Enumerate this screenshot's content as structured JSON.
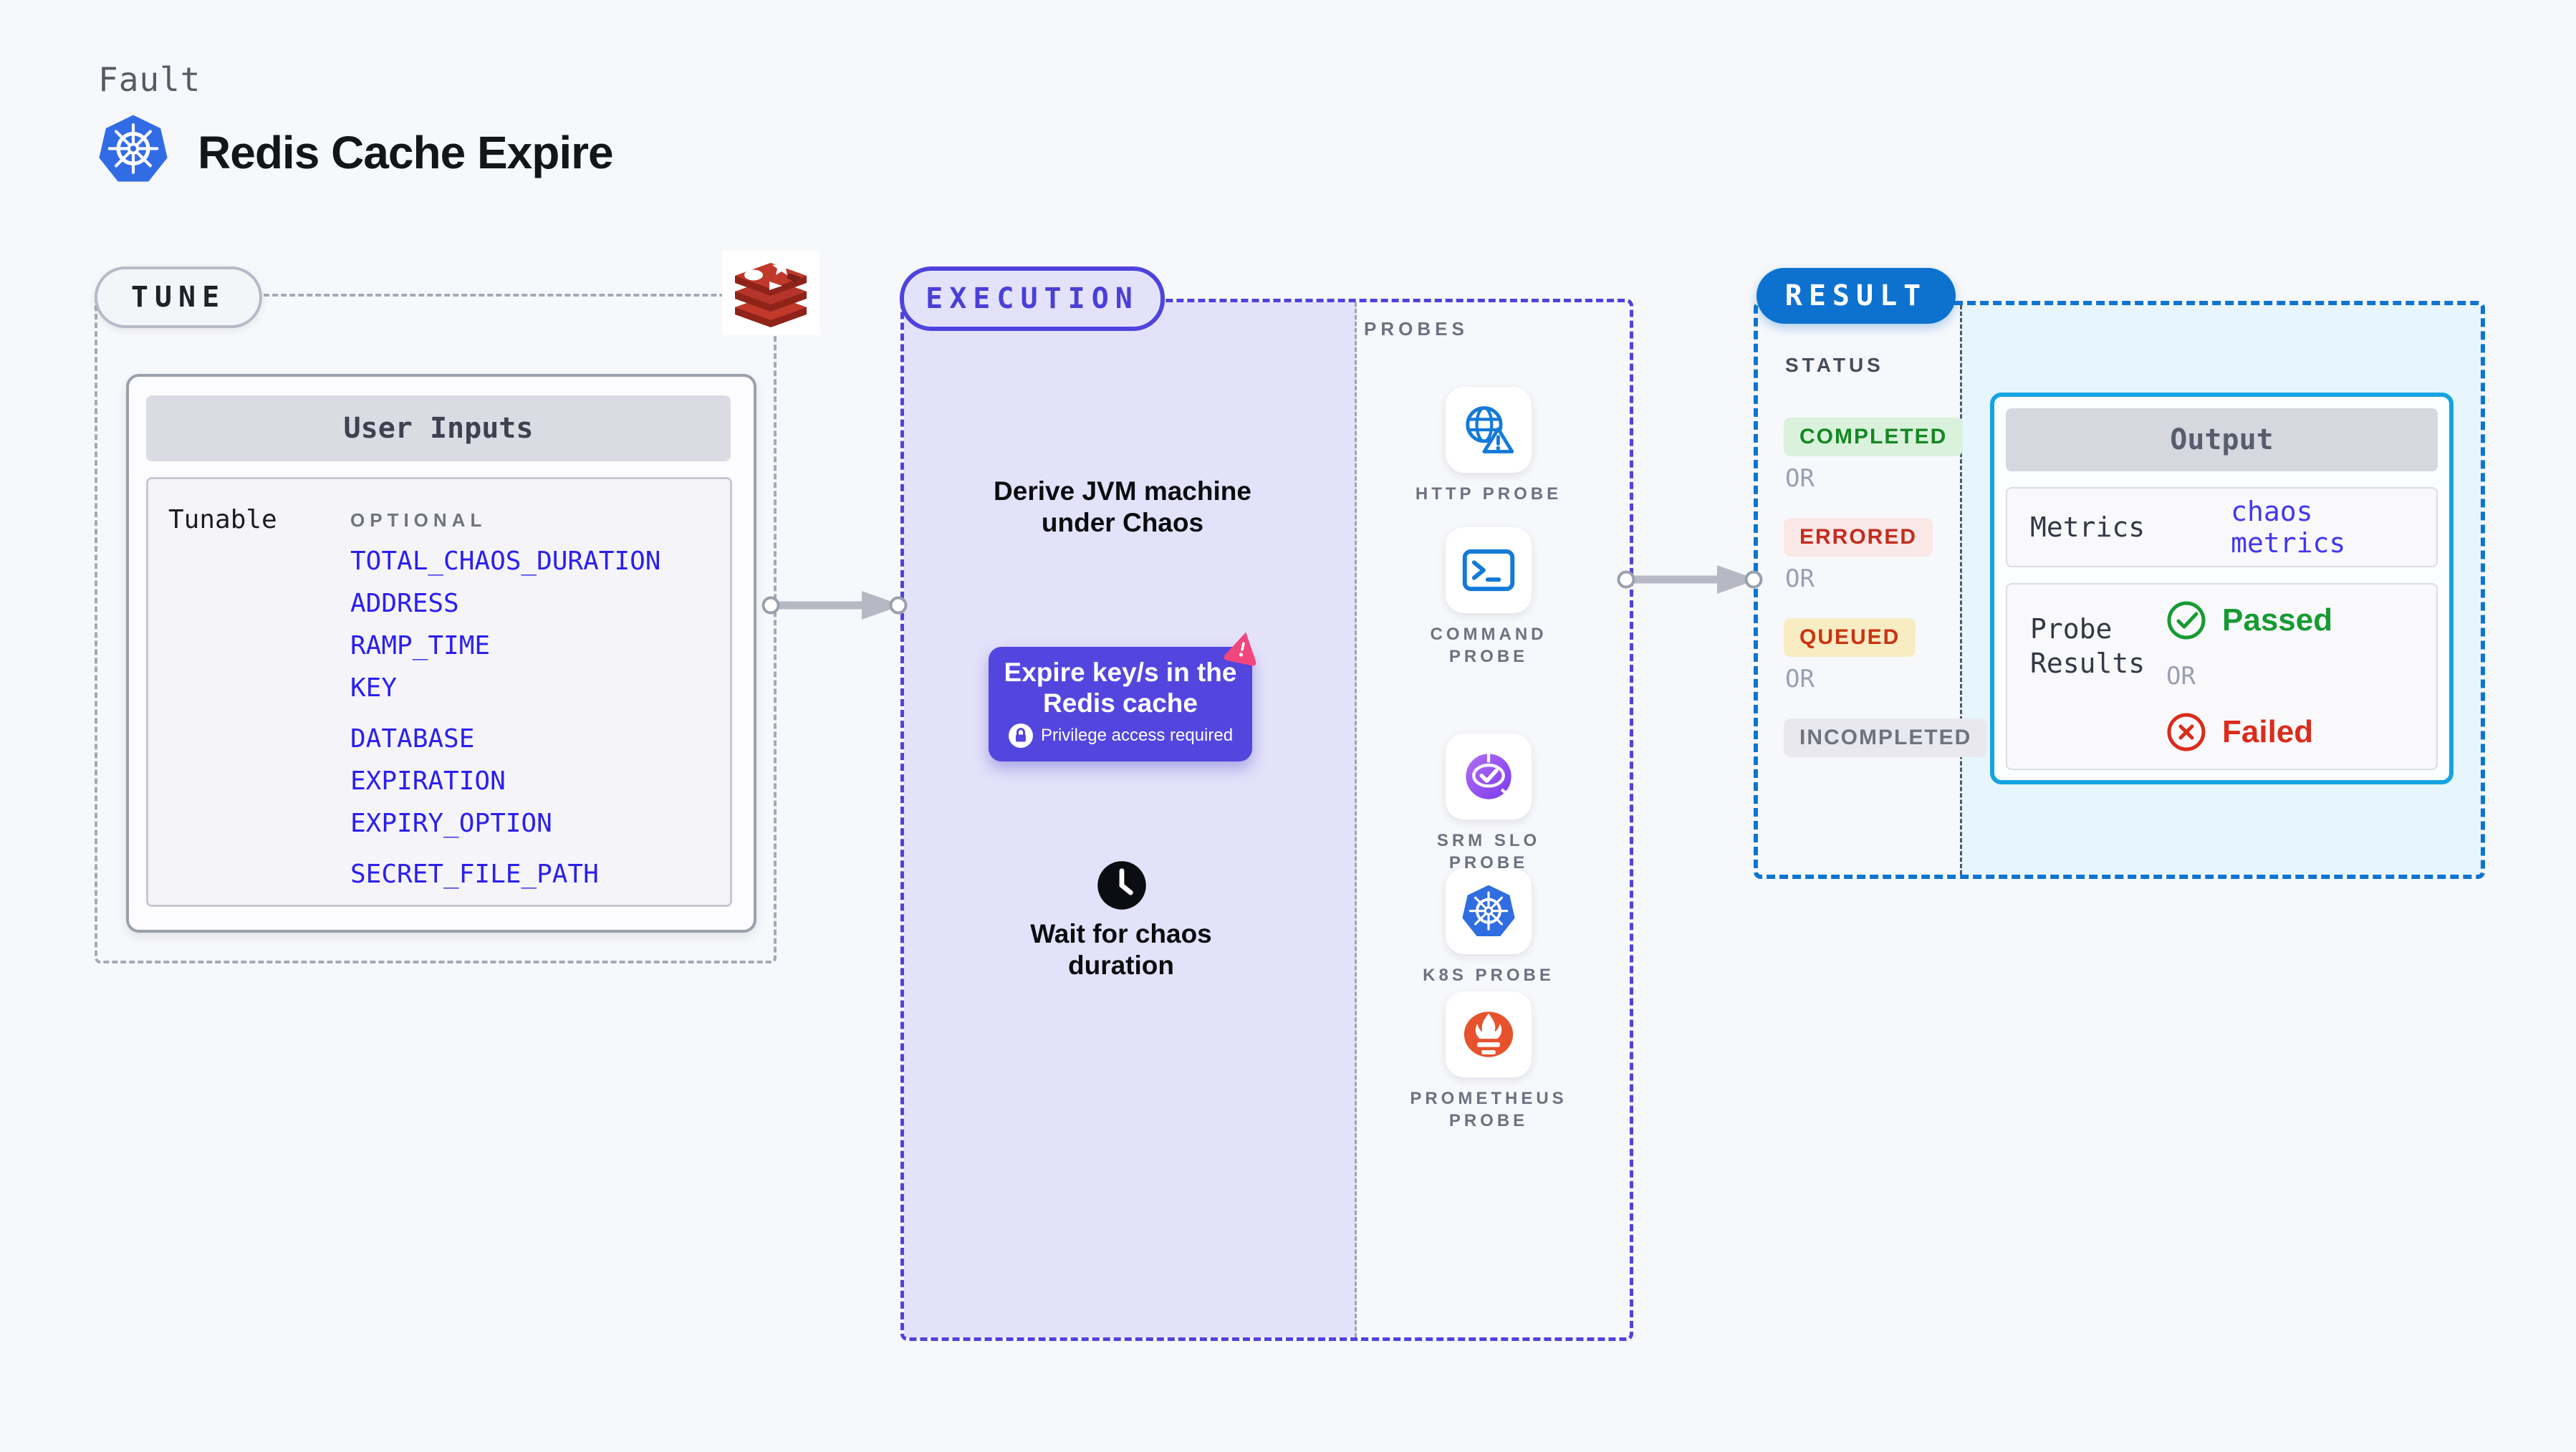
{
  "header": {
    "eyebrow": "Fault",
    "title": "Redis Cache Expire"
  },
  "tune": {
    "pill": "TUNE",
    "panel_title": "User Inputs",
    "group_label": "Tunable",
    "category_label": "OPTIONAL",
    "params": [
      "TOTAL_CHAOS_DURATION",
      "ADDRESS",
      "RAMP_TIME",
      "KEY",
      "DATABASE",
      "EXPIRATION",
      "EXPIRY_OPTION",
      "SECRET_FILE_PATH"
    ]
  },
  "execution": {
    "pill": "EXECUTION",
    "step_derive": "Derive JVM machine\nunder Chaos",
    "chaos_step": {
      "title": "Expire key/s in the\nRedis cache",
      "note": "Privilege access required"
    },
    "step_wait": "Wait for chaos\nduration",
    "probes_title": "PROBES",
    "probes": [
      {
        "label": "HTTP PROBE"
      },
      {
        "label": "COMMAND\nPROBE"
      },
      {
        "label": "SRM SLO\nPROBE"
      },
      {
        "label": "K8S PROBE"
      },
      {
        "label": "PROMETHEUS\nPROBE"
      }
    ]
  },
  "result": {
    "pill": "RESULT",
    "status_label": "STATUS",
    "or_label": "OR",
    "statuses": [
      {
        "label": "COMPLETED",
        "fg": "#168723",
        "bg": "#daf1dc"
      },
      {
        "label": "ERRORED",
        "fg": "#c22d20",
        "bg": "#fae8e6"
      },
      {
        "label": "QUEUED",
        "fg": "#cb3312",
        "bg": "#f8ecc3"
      },
      {
        "label": "INCOMPLETED",
        "fg": "#6e7380",
        "bg": "#e8e8ee"
      }
    ],
    "output": {
      "title": "Output",
      "metrics_label": "Metrics",
      "metrics_value": "chaos metrics",
      "probe_results_label": "Probe\nResults",
      "passed": "Passed",
      "or_label": "OR",
      "failed": "Failed"
    }
  },
  "icons": {
    "header": "kubernetes-icon",
    "tune_corner": "redis-icon",
    "chaos_step": [
      "litmus-chaos-icon",
      "lock-icon"
    ],
    "wait_step": "clock-icon",
    "probes": [
      "globe-warning-icon",
      "terminal-icon",
      "slo-donut-check-icon",
      "kubernetes-icon",
      "prometheus-icon"
    ],
    "probe_results": [
      "check-circle-icon",
      "x-circle-icon"
    ],
    "connectors": [
      "arrow-right-icon",
      "arrow-down-dotted-icon"
    ]
  },
  "colors": {
    "page_bg": "#f7f8fb",
    "indigo_accent": "#4f43dc",
    "blue_accent": "#0d72cf",
    "cyan_accent": "#14a4e0",
    "param_blue": "#2b1fee",
    "chaos_purple": "#5346df",
    "lavender_bg": "#e4e2fa",
    "light_blue_bg": "#e7f5fd",
    "redis_red": "#c0392b",
    "litmus_pink": "#f2477e",
    "passed_green": "#189a33",
    "failed_red": "#d92c1c"
  }
}
